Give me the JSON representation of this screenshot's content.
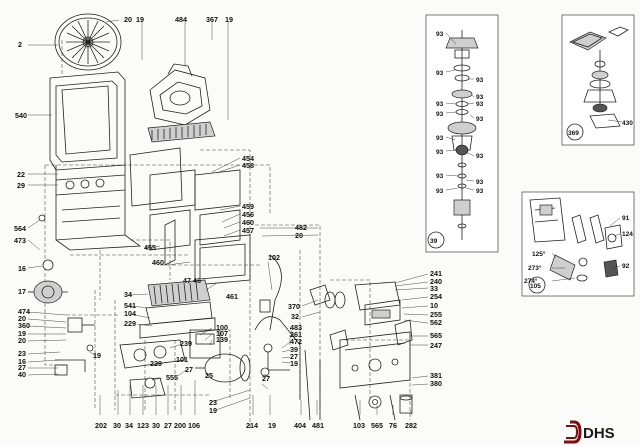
{
  "logo": {
    "text": "DHS",
    "color": "#7a1010"
  },
  "insets": {
    "inset_39": "39",
    "inset_369": "369",
    "inset_105": "105"
  },
  "labels": {
    "l2": "2",
    "l20a": "20",
    "l19a": "19",
    "l484": "484",
    "l367": "367",
    "l19b": "19",
    "l540": "540",
    "l22": "22",
    "l29": "29",
    "l454": "454",
    "l458": "458",
    "l459": "459",
    "l456": "456",
    "l460a": "460",
    "l457": "457",
    "l482": "482",
    "l20b": "20",
    "l564": "564",
    "l473": "473",
    "l455": "455",
    "l460b": "460",
    "l16a": "16",
    "l17": "17",
    "l102": "102",
    "l4746": "47 46",
    "l461": "461",
    "l34": "34",
    "l541": "541",
    "l104": "104",
    "l229a": "229",
    "l474": "474",
    "l20c": "20",
    "l360": "360",
    "l19c": "19",
    "l20d": "20",
    "l23a": "23",
    "l16b": "16",
    "l27a": "27",
    "l40": "40",
    "l19d": "19",
    "l100": "100",
    "l107": "107",
    "l139": "139",
    "l239": "239",
    "l101": "101",
    "l229b": "229",
    "l555": "555",
    "l27b": "27",
    "l25": "25",
    "l370": "370",
    "l32": "32",
    "l483": "483",
    "l261": "261",
    "l472": "472",
    "l39": "39",
    "l27c": "27",
    "l19e": "19",
    "l27d": "27",
    "l23b": "23",
    "l19f": "19",
    "l241": "241",
    "l240": "240",
    "l33": "33",
    "l254": "254",
    "l10": "10",
    "l255": "255",
    "l562": "562",
    "l565a": "565",
    "l247": "247",
    "l381": "381",
    "l380": "380",
    "b202": "202",
    "b30a": "30",
    "b34": "34",
    "b123": "123",
    "b30b": "30",
    "b27": "27",
    "b200": "200",
    "b106": "106",
    "b214": "214",
    "b19": "19",
    "b404": "404",
    "b481": "481",
    "b103": "103",
    "b565": "565",
    "b76": "76",
    "b282": "282",
    "r93a": "93",
    "r93b": "93",
    "r93c": "93",
    "r93d": "93",
    "r93e": "93",
    "r93f": "93",
    "r93g": "93",
    "r93h": "93",
    "r93i": "93",
    "r93j": "93",
    "r93k": "93",
    "r93l": "93",
    "r93m": "93",
    "r93n": "93",
    "r93o": "93",
    "r430": "430",
    "r91": "91",
    "r124": "124",
    "r125": "125°",
    "r273": "273°",
    "r274": "274°",
    "r92": "92"
  }
}
